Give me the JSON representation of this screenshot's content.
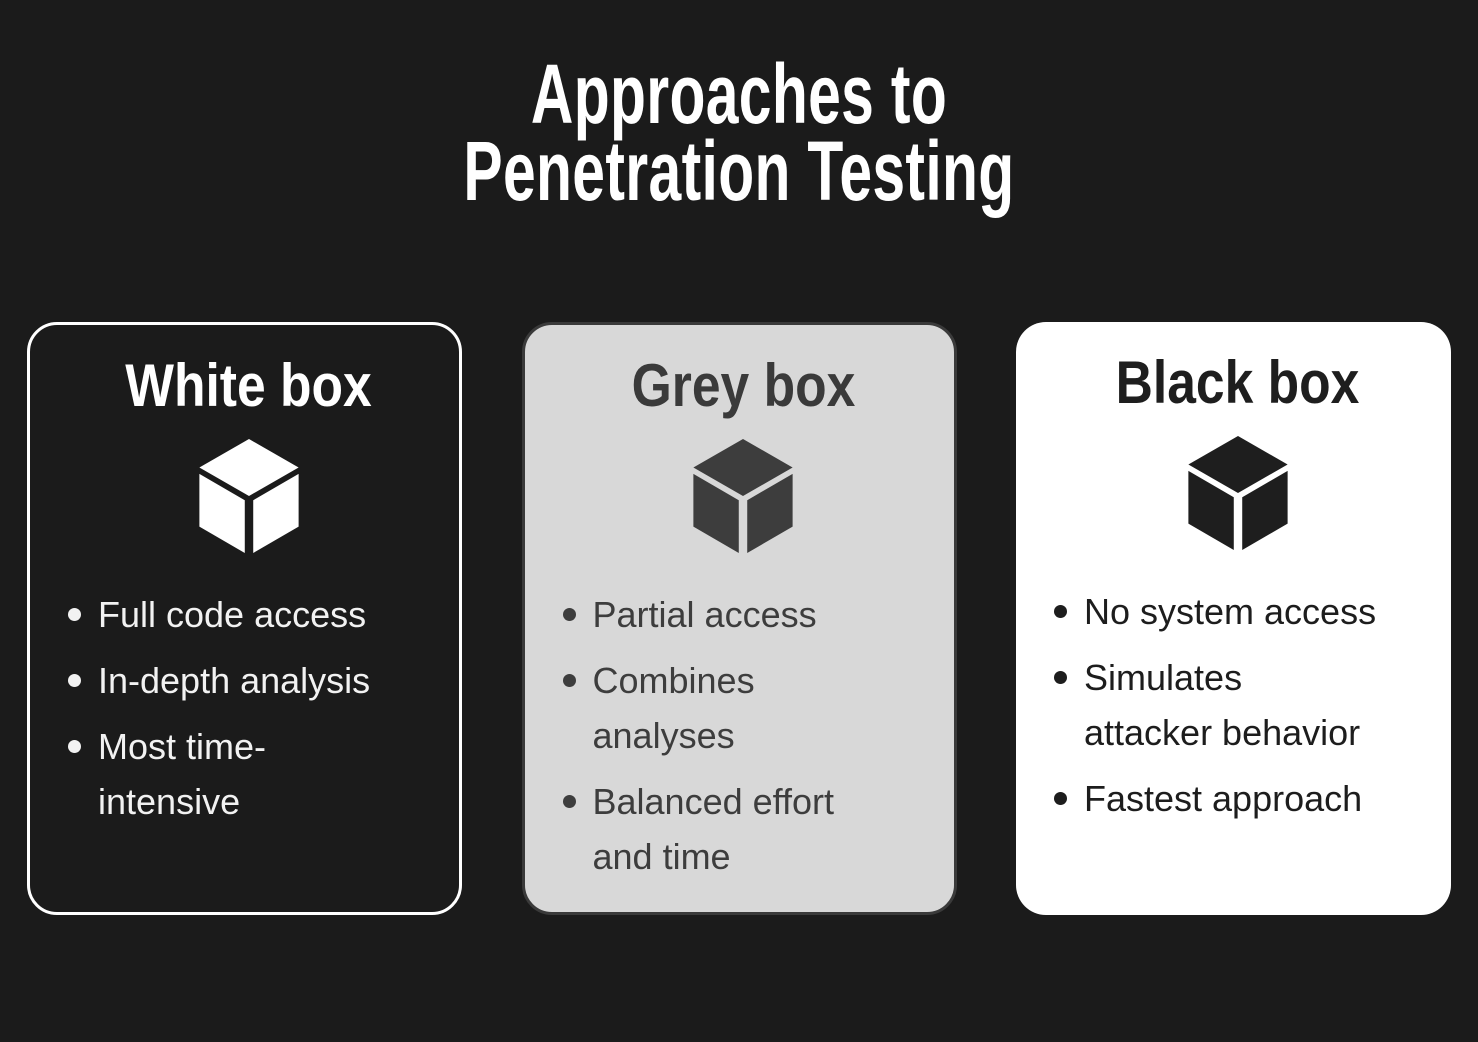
{
  "title": "Approaches to\nPenetration Testing",
  "cards": [
    {
      "title": "White box",
      "icon": "cube-icon",
      "bullets": [
        "Full code access",
        "In-depth analysis",
        "Most time-\nintensive"
      ]
    },
    {
      "title": "Grey box",
      "icon": "cube-icon",
      "bullets": [
        "Partial access",
        "Combines\nanalyses",
        "Balanced effort\nand time"
      ]
    },
    {
      "title": "Black box",
      "icon": "cube-icon",
      "bullets": [
        "No system access",
        "Simulates\nattacker behavior",
        "Fastest approach"
      ]
    }
  ],
  "colors": {
    "background": "#1b1b1b",
    "title_text": "#ffffff",
    "white_card_border": "#ffffff",
    "white_card_text": "#f2f2f2",
    "grey_card_fill": "#d8d8d8",
    "grey_card_border": "#3a3a3a",
    "grey_card_text": "#3d3d3d",
    "black_card_fill": "#ffffff",
    "black_card_text": "#1d1d1d"
  }
}
